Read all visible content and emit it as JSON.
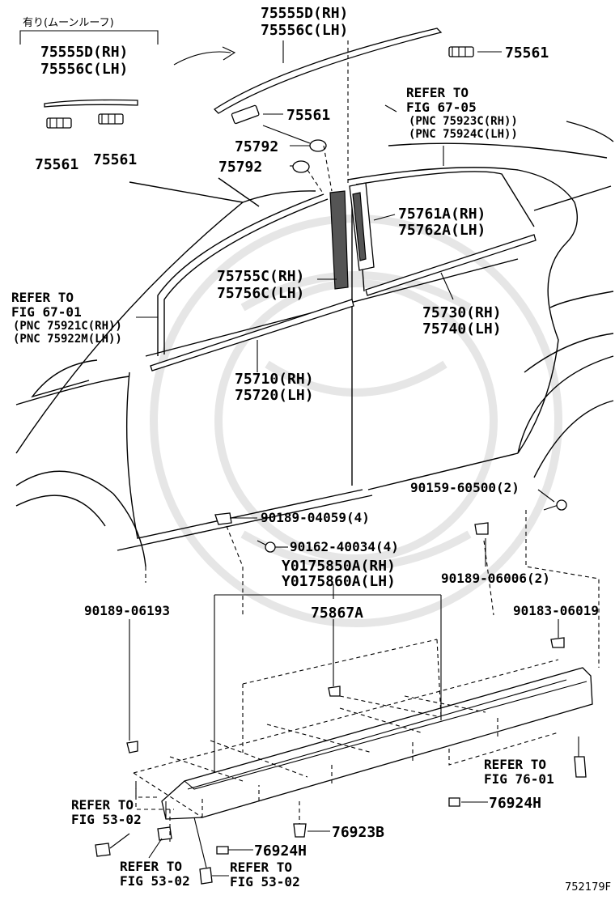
{
  "notes": {
    "moonroof": "有り(ムーンルーフ)",
    "diagram_code": "752179F"
  },
  "labels": {
    "p75555d_rh_left": "75555D(RH)",
    "p75556c_lh_left": "75556C(LH)",
    "p75561_left_a": "75561",
    "p75561_left_b": "75561",
    "p75555d_rh_top": "75555D(RH)",
    "p75556c_lh_top": "75556C(LH)",
    "p75561_topright": "75561",
    "p75561_mid": "75561",
    "p75792_a": "75792",
    "p75792_b": "75792",
    "refer_fig6705_l1": "REFER TO",
    "refer_fig6705_l2": "FIG 67-05",
    "refer_fig6705_l3": "(PNC 75923C(RH))",
    "refer_fig6705_l4": "(PNC 75924C(LH))",
    "p75761a_rh": "75761A(RH)",
    "p75762a_lh": "75762A(LH)",
    "p75755c_rh": "75755C(RH)",
    "p75756c_lh": "75756C(LH)",
    "refer_fig6701_l1": "REFER TO",
    "refer_fig6701_l2": "FIG 67-01",
    "refer_fig6701_l3": "(PNC 75921C(RH))",
    "refer_fig6701_l4": "(PNC 75922M(LH))",
    "p75730_rh": "75730(RH)",
    "p75740_lh": "75740(LH)",
    "p75710_rh": "75710(RH)",
    "p75720_lh": "75720(LH)",
    "p90159_60500": "90159-60500(2)",
    "p90189_04059": "90189-04059(4)",
    "p90162_40034": "90162-40034(4)",
    "p90189_06006": "90189-06006(2)",
    "py0175850a_rh": "Y0175850A(RH)",
    "py0175860a_lh": "Y0175860A(LH)",
    "p90189_06193": "90189-06193",
    "p75867a": "75867A",
    "p90183_06019": "90183-06019",
    "refer_fig7601_l1": "REFER TO",
    "refer_fig7601_l2": "FIG 76-01",
    "p76924h_right": "76924H",
    "refer_fig5302_a_l1": "REFER TO",
    "refer_fig5302_a_l2": "FIG 53-02",
    "p76923b": "76923B",
    "p76924h_bottom": "76924H",
    "refer_fig5302_b_l1": "REFER TO",
    "refer_fig5302_b_l2": "FIG 53-02",
    "refer_fig5302_c_l1": "REFER TO",
    "refer_fig5302_c_l2": "FIG 53-02"
  }
}
